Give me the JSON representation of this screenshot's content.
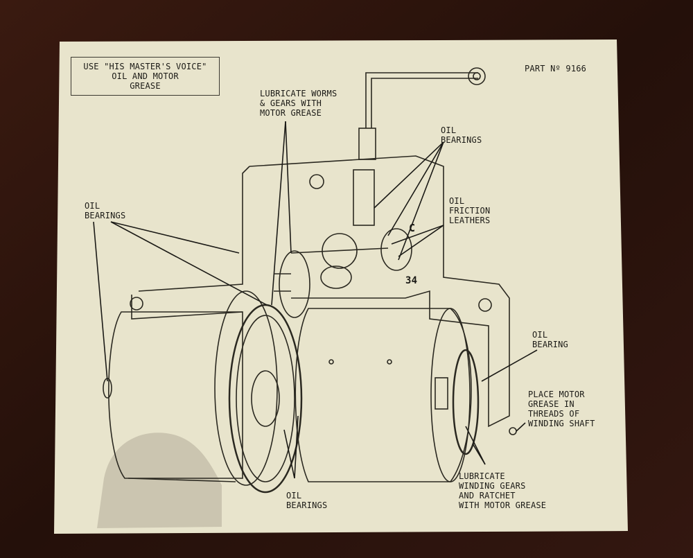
{
  "card": {
    "header_box": "USE \"HIS MASTER'S VOICE\"\nOIL AND MOTOR\nGREASE",
    "part_number": "PART Nº 9166"
  },
  "labels": {
    "lubricate_worms": "LUBRICATE WORMS\n& GEARS WITH\nMOTOR GREASE",
    "oil_bearings_top": "OIL\nBEARINGS",
    "oil_bearings_left": "OIL\nBEARINGS",
    "oil_friction_leathers": "OIL\nFRICTION\nLEATHERS",
    "oil_bearing_right": "OIL\nBEARING",
    "place_motor_grease": "PLACE MOTOR\nGREASE IN\nTHREADS OF\nWINDING SHAFT",
    "lubricate_winding": "LUBRICATE\nWINDING GEARS\nAND RATCHET\nWITH MOTOR GREASE",
    "oil_bearings_bottom": "OIL\nBEARINGS"
  },
  "drawing_marks": {
    "casting_number": "34",
    "casting_letter": "C"
  },
  "colors": {
    "wood": "#2a130c",
    "card": "#e8e4cc",
    "ink": "#1b1a16"
  }
}
